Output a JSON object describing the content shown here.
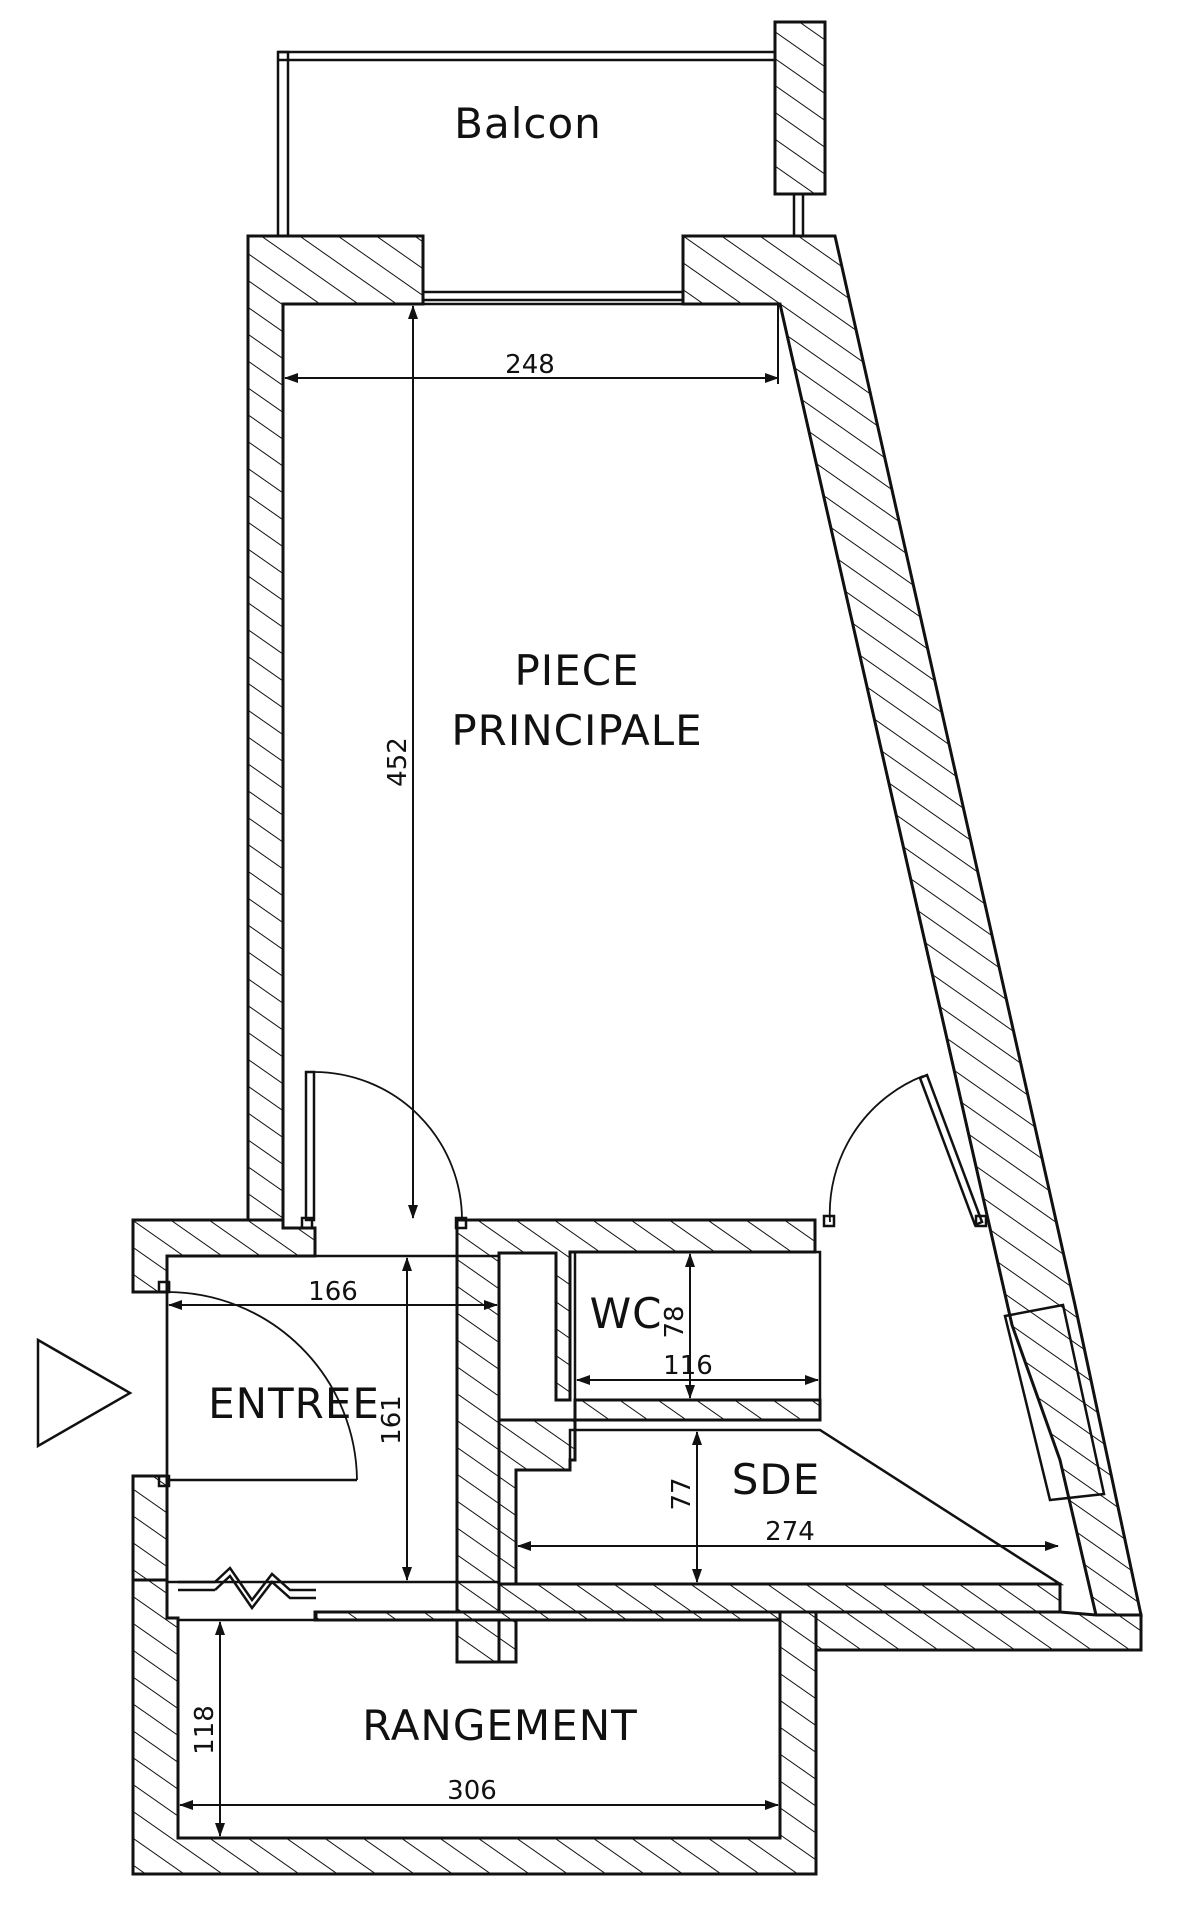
{
  "rooms": {
    "balcon": "Balcon",
    "piece_line1": "PIECE",
    "piece_line2": "PRINCIPALE",
    "wc": "WC",
    "entree": "ENTREE",
    "sde": "SDE",
    "rangement": "RANGEMENT"
  },
  "dimensions": {
    "piece_width": "248",
    "piece_length": "452",
    "entree_width": "166",
    "entree_length": "161",
    "wc_length": "78",
    "wc_width": "116",
    "sde_length": "77",
    "sde_width": "274",
    "rangement_length": "118",
    "rangement_width": "306"
  }
}
